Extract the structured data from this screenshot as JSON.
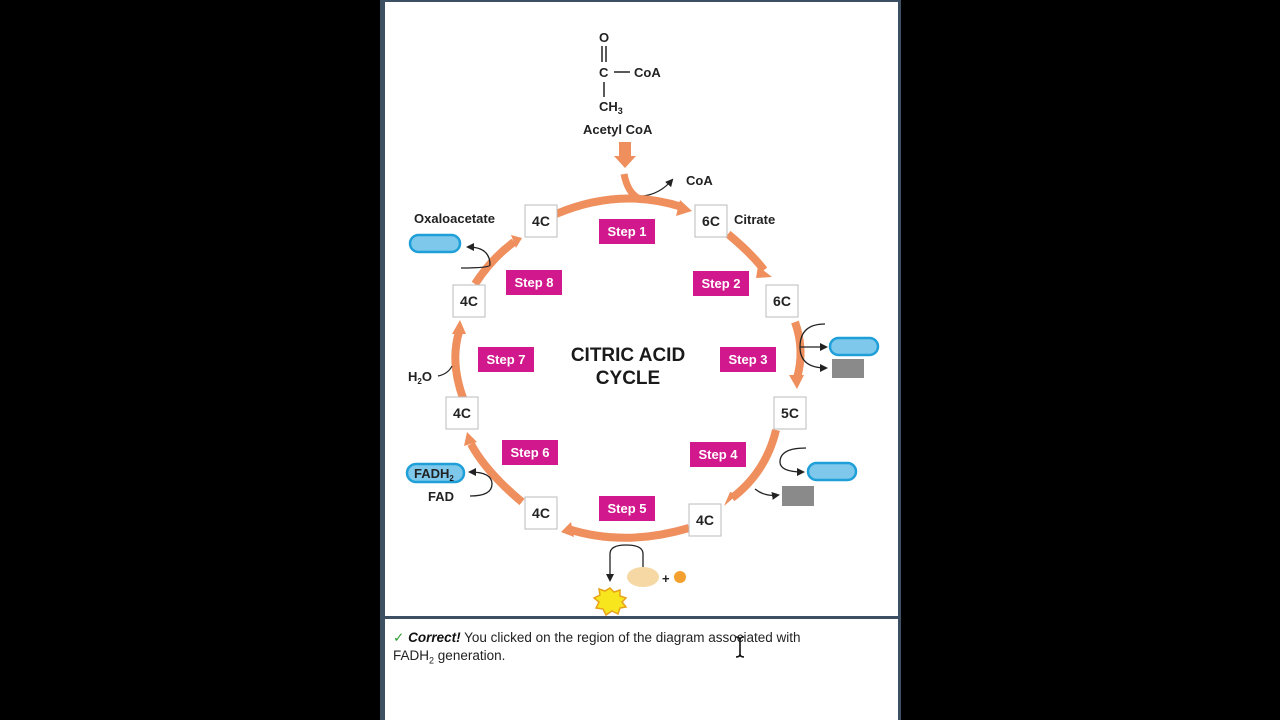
{
  "molecule": {
    "oxygen": "O",
    "carbon": "C",
    "coa": "CoA",
    "ch": "CH",
    "ch_sub": "3",
    "name": "Acetyl CoA"
  },
  "released_coa": "CoA",
  "title": {
    "line1": "CITRIC ACID",
    "line2": "CYCLE"
  },
  "labels": {
    "oxaloacetate": "Oxaloacetate",
    "citrate": "Citrate",
    "water": "H",
    "water_sub": "2",
    "water_tail": "O",
    "fadh2": "FADH",
    "fadh2_sub": "2",
    "fad": "FAD"
  },
  "carbon_boxes": {
    "oxaloacetate": "4C",
    "citrate": "6C",
    "isocitrate": "6C",
    "alpha_ketoglutarate": "5C",
    "succinyl_coa": "4C",
    "succinate": "4C",
    "fumarate": "4C",
    "malate": "4C"
  },
  "steps": [
    "Step 1",
    "Step 2",
    "Step 3",
    "Step 4",
    "Step 5",
    "Step 6",
    "Step 7",
    "Step 8"
  ],
  "feedback": {
    "check": "✓",
    "correct": "Correct!",
    "message": "You clicked on the region of the diagram associated with",
    "fadh": "FADH",
    "fadh_sub": "2",
    "tail": "generation."
  },
  "colors": {
    "cycle_arrow": "#ef8f5e",
    "step_badge": "#d1188d",
    "carrier_blue": "#7ec8ec",
    "carrier_outline": "#1f9fd8",
    "gray_box": "#8a8a8a",
    "atp_star": "#f7e51e",
    "frame": "#3d4f63",
    "check_green": "#2e9e2e"
  }
}
